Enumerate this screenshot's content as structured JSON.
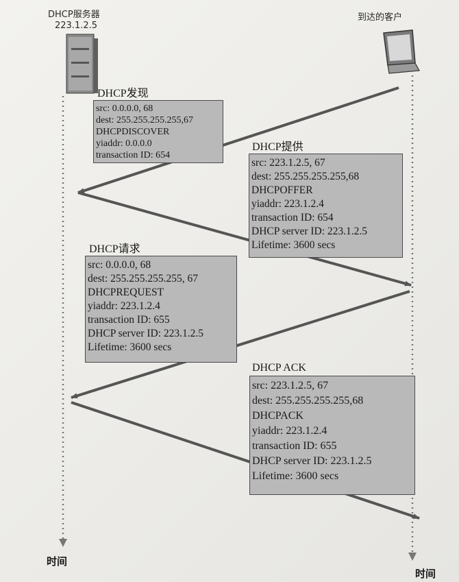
{
  "server": {
    "title": "DHCP服务器",
    "ip": "223.1.2.5"
  },
  "client": {
    "title": "到达的客户"
  },
  "axis": {
    "left_label": "时间",
    "right_label": "时间"
  },
  "messages": [
    {
      "title": "DHCP发现",
      "lines": [
        "src: 0.0.0.0, 68",
        "dest: 255.255.255.255,67",
        "DHCPDISCOVER",
        "yiaddr: 0.0.0.0",
        "transaction ID: 654"
      ]
    },
    {
      "title": "DHCP提供",
      "lines": [
        "src: 223.1.2.5, 67",
        "dest: 255.255.255.255,68",
        "DHCPOFFER",
        "yiaddr: 223.1.2.4",
        "transaction ID: 654",
        "DHCP server ID: 223.1.2.5",
        "Lifetime: 3600 secs"
      ]
    },
    {
      "title": "DHCP请求",
      "lines": [
        "src: 0.0.0.0, 68",
        "dest: 255.255.255.255, 67",
        "DHCPREQUEST",
        "yiaddr: 223.1.2.4",
        "transaction ID: 655",
        "DHCP server ID: 223.1.2.5",
        "Lifetime: 3600 secs"
      ]
    },
    {
      "title": "DHCP ACK",
      "lines": [
        "src: 223.1.2.5, 67",
        "dest: 255.255.255.255,68",
        "DHCPACK",
        "yiaddr: 223.1.2.4",
        "transaction ID: 655",
        "DHCP server ID: 223.1.2.5",
        "Lifetime: 3600 secs"
      ]
    }
  ],
  "colors": {
    "box_fill": "#b9b9b9",
    "arrow": "#555555",
    "timeline": "#777777"
  }
}
